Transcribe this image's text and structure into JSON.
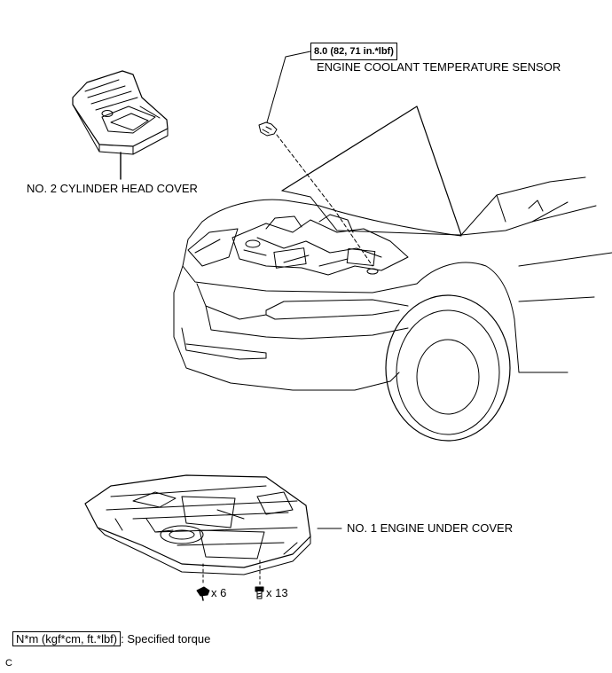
{
  "torque_spec": "8.0 (82, 71 in.*lbf)",
  "labels": {
    "coolant_sensor": "ENGINE COOLANT TEMPERATURE SENSOR",
    "cylinder_head_cover": "NO. 2 CYLINDER HEAD COVER",
    "under_cover": "NO. 1 ENGINE UNDER COVER"
  },
  "fasteners": {
    "qty_a": "x 6",
    "qty_b": "x 13"
  },
  "legend": {
    "unit": "N*m (kgf*cm, ft.*lbf)",
    "separator": ":",
    "text": "Specified torque"
  },
  "footer_code": "C"
}
